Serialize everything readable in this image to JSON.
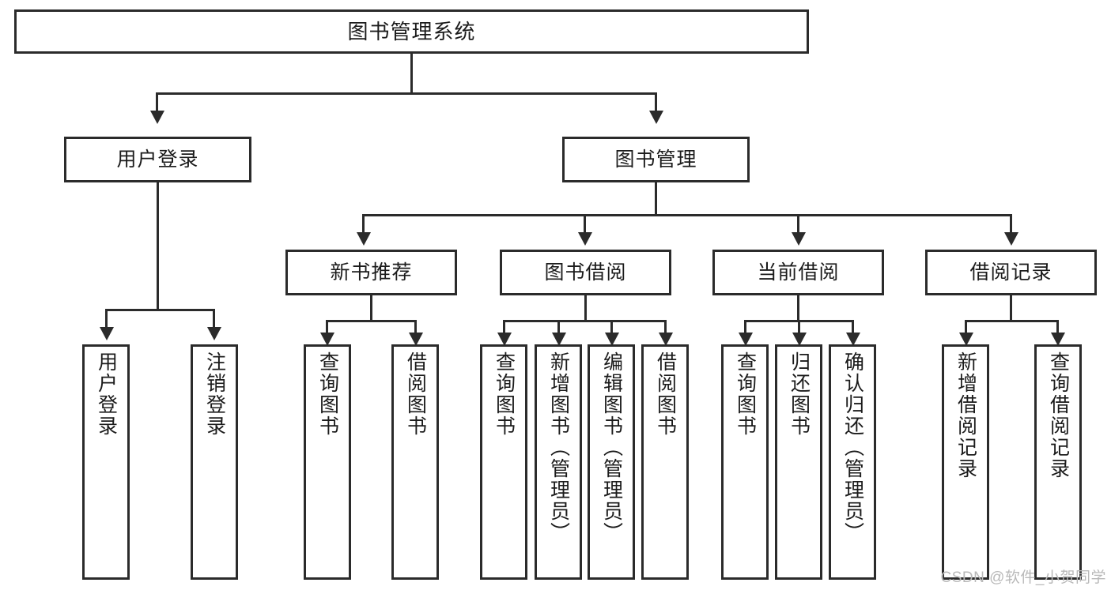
{
  "diagram": {
    "title": "图书管理系统",
    "type": "tree-hierarchy-diagram",
    "orientation": "top-down",
    "colors": {
      "line": "#2b2b2b",
      "box_border": "#2b2b2b",
      "box_fill": "#ffffff",
      "text": "#1b1b1b",
      "watermark": "#b9b9b9"
    },
    "root": {
      "label": "图书管理系统"
    },
    "level2": [
      {
        "label": "用户登录"
      },
      {
        "label": "图书管理"
      }
    ],
    "level3": [
      {
        "label": "新书推荐"
      },
      {
        "label": "图书借阅"
      },
      {
        "label": "当前借阅"
      },
      {
        "label": "借阅记录"
      }
    ],
    "leaves": {
      "user_login": [
        {
          "label": "用户登录"
        },
        {
          "label": "注销登录"
        }
      ],
      "new_book_recommend": [
        {
          "label": "查询图书"
        },
        {
          "label": "借阅图书"
        }
      ],
      "book_borrow": [
        {
          "label": "查询图书"
        },
        {
          "label": "新增图书（管理员）"
        },
        {
          "label": "编辑图书（管理员）"
        },
        {
          "label": "借阅图书"
        }
      ],
      "current_borrow": [
        {
          "label": "查询图书"
        },
        {
          "label": "归还图书"
        },
        {
          "label": "确认归还（管理员）"
        }
      ],
      "borrow_record": [
        {
          "label": "新增借阅记录"
        },
        {
          "label": "查询借阅记录"
        }
      ]
    },
    "watermark": "CSDN @软件_小贺同学"
  }
}
